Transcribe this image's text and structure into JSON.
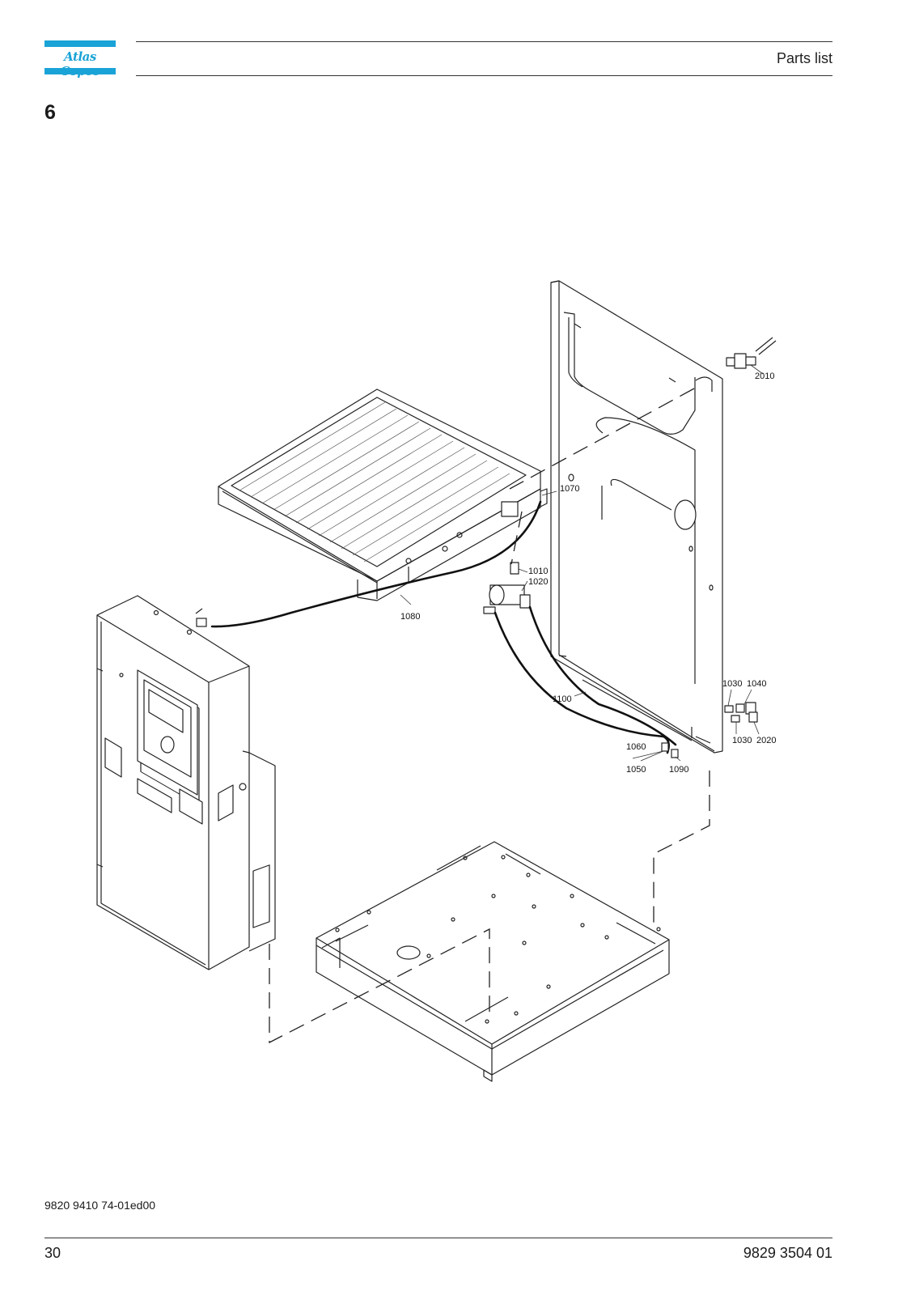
{
  "header": {
    "logo_text": "Atlas Copco",
    "title": "Parts list"
  },
  "section": {
    "number": "6"
  },
  "brand": {
    "accent_color": "#1aa3d6"
  },
  "callouts": {
    "c2010": "2010",
    "c1070": "1070",
    "c1010": "1010",
    "c1020": "1020",
    "c1080": "1080",
    "c1100": "1100",
    "c1030a": "1030",
    "c1040": "1040",
    "c1030b": "1030",
    "c2020": "2020",
    "c1060": "1060",
    "c1050": "1050",
    "c1090": "1090"
  },
  "footer": {
    "doc_code": "9820 9410 74-01ed00",
    "page_number": "30",
    "doc_number": "9829 3504 01"
  }
}
